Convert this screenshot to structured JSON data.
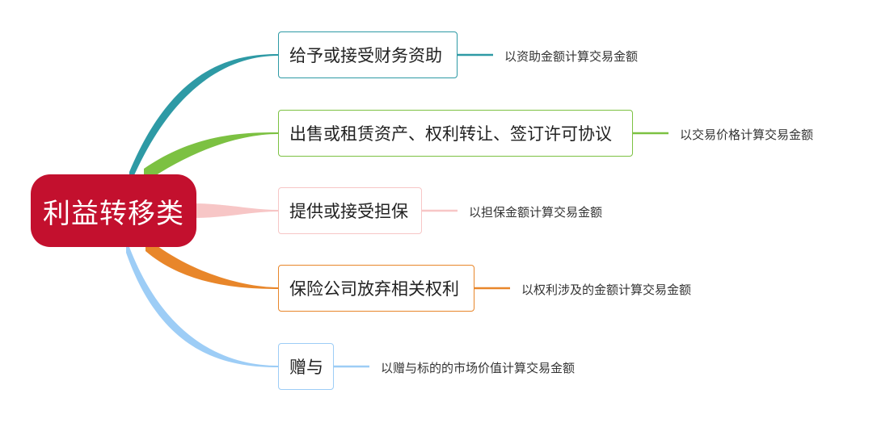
{
  "root": {
    "label": "利益转移类",
    "color": "#c3102e"
  },
  "branches": [
    {
      "label": "给予或接受财务资助",
      "note": "以资助金额计算交易金额",
      "color": "#2e9aa5"
    },
    {
      "label": "出售或租赁资产、权利转让、签订许可协议",
      "note": "以交易价格计算交易金额",
      "color": "#7cc142"
    },
    {
      "label": "提供或接受担保",
      "note": "以担保金额计算交易金额",
      "color": "#f7c6c6"
    },
    {
      "label": "保险公司放弃相关权利",
      "note": "以权利涉及的金额计算交易金额",
      "color": "#e8862a"
    },
    {
      "label": "赠与",
      "note": "以赠与标的的市场价值计算交易金额",
      "color": "#9dcdf6"
    }
  ]
}
